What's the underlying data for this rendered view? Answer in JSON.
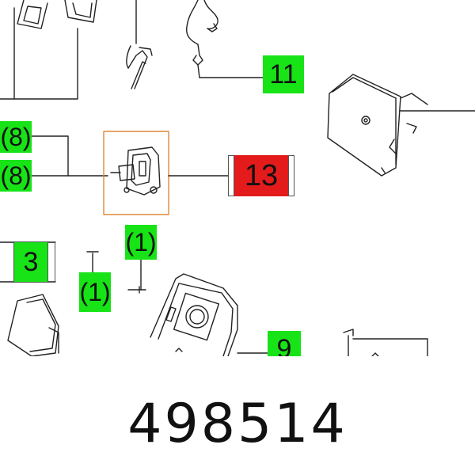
{
  "diagram": {
    "colors": {
      "callout_fill": "#17e317",
      "highlight_fill": "#e31b1b",
      "highlight_frame": "#e0873a",
      "line": "#222222"
    },
    "callouts": [
      {
        "id": "c11",
        "text": "11",
        "highlighted": false
      },
      {
        "id": "c8a",
        "text": "(8)",
        "highlighted": false
      },
      {
        "id": "c8b",
        "text": "(8)",
        "highlighted": false
      },
      {
        "id": "c13",
        "text": "13",
        "highlighted": true
      },
      {
        "id": "c3",
        "text": "3",
        "highlighted": false
      },
      {
        "id": "c1a",
        "text": "(1)",
        "highlighted": false
      },
      {
        "id": "c1b",
        "text": "(1)",
        "highlighted": false
      },
      {
        "id": "c9",
        "text": "9",
        "highlighted": false
      }
    ]
  },
  "part_number": "498514"
}
